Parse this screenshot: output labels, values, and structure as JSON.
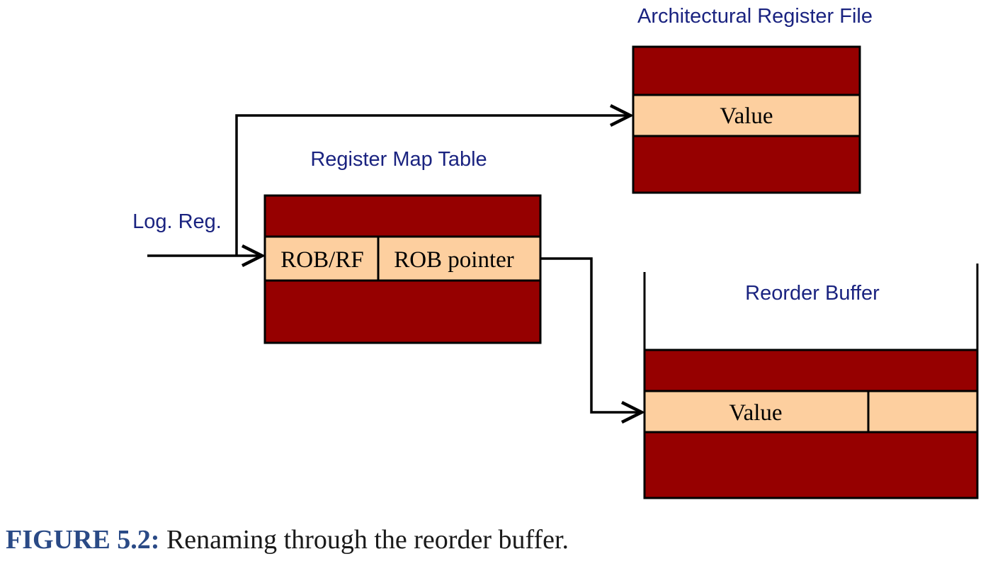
{
  "diagram": {
    "arf_title": "Architectural Register File",
    "arf_value": "Value",
    "rmt_title": "Register Map Table",
    "rmt_field1": "ROB/RF",
    "rmt_field2": "ROB pointer",
    "input_label": "Log. Reg.",
    "rob_title": "Reorder Buffer",
    "rob_value": "Value"
  },
  "caption": {
    "number": "FIGURE 5.2:",
    "text": " Renaming through the reorder buffer."
  },
  "colors": {
    "row_dark": "#960000",
    "row_light": "#fdcf9f",
    "label_blue": "#1a2380",
    "caption_blue": "#2a4a86"
  }
}
